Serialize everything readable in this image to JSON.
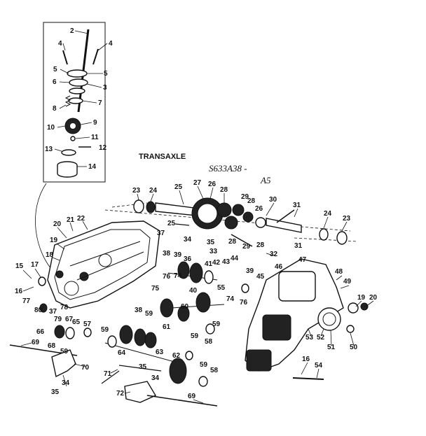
{
  "title": "TRANSAXLE",
  "model_number": "S633A38 -",
  "model_suffix": "A5",
  "callouts": [
    {
      "id": "n2",
      "text": "2"
    },
    {
      "id": "n4a",
      "text": "4"
    },
    {
      "id": "n4b",
      "text": "4"
    },
    {
      "id": "n5a",
      "text": "5"
    },
    {
      "id": "n5b",
      "text": "5"
    },
    {
      "id": "n6",
      "text": "6"
    },
    {
      "id": "n3",
      "text": "3"
    },
    {
      "id": "n7",
      "text": "7"
    },
    {
      "id": "n8",
      "text": "8"
    },
    {
      "id": "n9",
      "text": "9"
    },
    {
      "id": "n10",
      "text": "10"
    },
    {
      "id": "n11",
      "text": "11"
    },
    {
      "id": "n12",
      "text": "12"
    },
    {
      "id": "n13",
      "text": "13"
    },
    {
      "id": "n14",
      "text": "14"
    },
    {
      "id": "n23a",
      "text": "23"
    },
    {
      "id": "n24a",
      "text": "24"
    },
    {
      "id": "n25a",
      "text": "25"
    },
    {
      "id": "n27",
      "text": "27"
    },
    {
      "id": "n26a",
      "text": "26"
    },
    {
      "id": "n28a",
      "text": "28"
    },
    {
      "id": "n29a",
      "text": "29"
    },
    {
      "id": "n28b",
      "text": "28"
    },
    {
      "id": "n30",
      "text": "30"
    },
    {
      "id": "n31a",
      "text": "31"
    },
    {
      "id": "n24b",
      "text": "24"
    },
    {
      "id": "n23b",
      "text": "23"
    },
    {
      "id": "n26b",
      "text": "26"
    },
    {
      "id": "n25b",
      "text": "25"
    },
    {
      "id": "n28c",
      "text": "28"
    },
    {
      "id": "n29b",
      "text": "29"
    },
    {
      "id": "n28d",
      "text": "28"
    },
    {
      "id": "n31b",
      "text": "31"
    },
    {
      "id": "n20a",
      "text": "20"
    },
    {
      "id": "n21",
      "text": "21"
    },
    {
      "id": "n22",
      "text": "22"
    },
    {
      "id": "n37a",
      "text": "37"
    },
    {
      "id": "n34a",
      "text": "34"
    },
    {
      "id": "n35a",
      "text": "35"
    },
    {
      "id": "n33",
      "text": "33"
    },
    {
      "id": "n32",
      "text": "32"
    },
    {
      "id": "n19a",
      "text": "19"
    },
    {
      "id": "n18",
      "text": "18"
    },
    {
      "id": "n38a",
      "text": "38"
    },
    {
      "id": "n39a",
      "text": "39"
    },
    {
      "id": "n36",
      "text": "36"
    },
    {
      "id": "n41",
      "text": "41"
    },
    {
      "id": "n42",
      "text": "42"
    },
    {
      "id": "n43",
      "text": "43"
    },
    {
      "id": "n44",
      "text": "44"
    },
    {
      "id": "n39b",
      "text": "39"
    },
    {
      "id": "n45",
      "text": "45"
    },
    {
      "id": "n46",
      "text": "46"
    },
    {
      "id": "n47",
      "text": "47"
    },
    {
      "id": "n48",
      "text": "48"
    },
    {
      "id": "n49",
      "text": "49"
    },
    {
      "id": "n15",
      "text": "15"
    },
    {
      "id": "n17",
      "text": "17"
    },
    {
      "id": "n16a",
      "text": "16"
    },
    {
      "id": "n77",
      "text": "77"
    },
    {
      "id": "n80",
      "text": "80"
    },
    {
      "id": "n76a",
      "text": "76"
    },
    {
      "id": "n74a",
      "text": "74"
    },
    {
      "id": "n75",
      "text": "75"
    },
    {
      "id": "n40",
      "text": "40"
    },
    {
      "id": "n55",
      "text": "55"
    },
    {
      "id": "n60",
      "text": "60"
    },
    {
      "id": "n74b",
      "text": "74"
    },
    {
      "id": "n76b",
      "text": "76"
    },
    {
      "id": "n19b",
      "text": "19"
    },
    {
      "id": "n20b",
      "text": "20"
    },
    {
      "id": "n37b",
      "text": "37"
    },
    {
      "id": "n78",
      "text": "78"
    },
    {
      "id": "n38b",
      "text": "38"
    },
    {
      "id": "n79",
      "text": "79"
    },
    {
      "id": "n67",
      "text": "67"
    },
    {
      "id": "n59a",
      "text": "59"
    },
    {
      "id": "n65",
      "text": "65"
    },
    {
      "id": "n59b",
      "text": "59"
    },
    {
      "id": "n61",
      "text": "61"
    },
    {
      "id": "n59c",
      "text": "59"
    },
    {
      "id": "n53",
      "text": "53"
    },
    {
      "id": "n52",
      "text": "52"
    },
    {
      "id": "n51",
      "text": "51"
    },
    {
      "id": "n50",
      "text": "50"
    },
    {
      "id": "n66",
      "text": "66"
    },
    {
      "id": "n69a",
      "text": "69"
    },
    {
      "id": "n68",
      "text": "68"
    },
    {
      "id": "n59d",
      "text": "59"
    },
    {
      "id": "n64",
      "text": "64"
    },
    {
      "id": "n63",
      "text": "63"
    },
    {
      "id": "n59e",
      "text": "59"
    },
    {
      "id": "n58a",
      "text": "58"
    },
    {
      "id": "n70",
      "text": "70"
    },
    {
      "id": "n34b",
      "text": "34"
    },
    {
      "id": "n35b",
      "text": "35"
    },
    {
      "id": "n71",
      "text": "71"
    },
    {
      "id": "n35c",
      "text": "35"
    },
    {
      "id": "n62",
      "text": "62"
    },
    {
      "id": "n59f",
      "text": "59"
    },
    {
      "id": "n58b",
      "text": "58"
    },
    {
      "id": "n34c",
      "text": "34"
    },
    {
      "id": "n72",
      "text": "72"
    },
    {
      "id": "n69b",
      "text": "69"
    },
    {
      "id": "n16b",
      "text": "16"
    },
    {
      "id": "n54",
      "text": "54"
    },
    {
      "id": "n57",
      "text": "57"
    }
  ]
}
